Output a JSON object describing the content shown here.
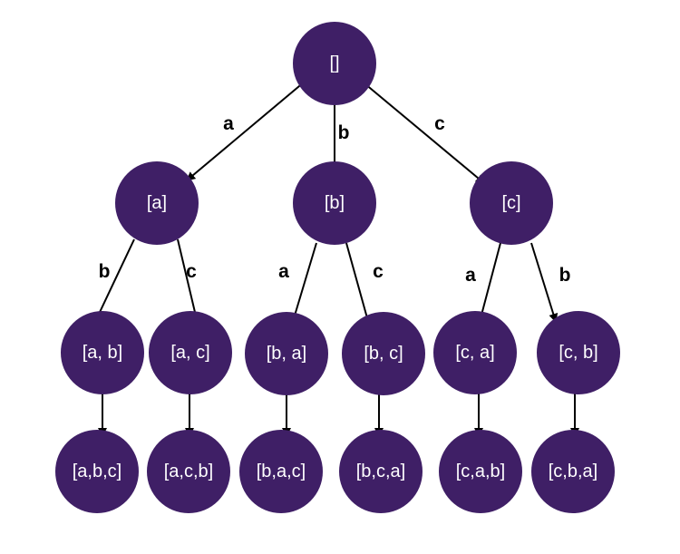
{
  "colors": {
    "node_fill": "#3f1f66",
    "node_text": "#ffffff",
    "edge": "#000000",
    "edge_label": "#000000",
    "background": "#ffffff"
  },
  "tree": {
    "nodes": [
      {
        "id": "root",
        "label": "[]"
      },
      {
        "id": "a",
        "label": "[a]"
      },
      {
        "id": "b",
        "label": "[b]"
      },
      {
        "id": "c",
        "label": "[c]"
      },
      {
        "id": "ab",
        "label": "[a, b]"
      },
      {
        "id": "ac",
        "label": "[a, c]"
      },
      {
        "id": "ba",
        "label": "[b, a]"
      },
      {
        "id": "bc",
        "label": "[b, c]"
      },
      {
        "id": "ca",
        "label": "[c, a]"
      },
      {
        "id": "cb",
        "label": "[c, b]"
      },
      {
        "id": "abc",
        "label": "[a,b,c]"
      },
      {
        "id": "acb",
        "label": "[a,c,b]"
      },
      {
        "id": "bac",
        "label": "[b,a,c]"
      },
      {
        "id": "bca",
        "label": "[b,c,a]"
      },
      {
        "id": "cab",
        "label": "[c,a,b]"
      },
      {
        "id": "cba",
        "label": "[c,b,a]"
      }
    ],
    "edges": [
      {
        "from": "root",
        "to": "a",
        "label": "a"
      },
      {
        "from": "root",
        "to": "b",
        "label": "b"
      },
      {
        "from": "root",
        "to": "c",
        "label": "c"
      },
      {
        "from": "a",
        "to": "ab",
        "label": "b"
      },
      {
        "from": "a",
        "to": "ac",
        "label": "c"
      },
      {
        "from": "b",
        "to": "ba",
        "label": "a"
      },
      {
        "from": "b",
        "to": "bc",
        "label": "c"
      },
      {
        "from": "c",
        "to": "ca",
        "label": "a"
      },
      {
        "from": "c",
        "to": "cb",
        "label": "b"
      },
      {
        "from": "ab",
        "to": "abc",
        "label": ""
      },
      {
        "from": "ac",
        "to": "acb",
        "label": ""
      },
      {
        "from": "ba",
        "to": "bac",
        "label": ""
      },
      {
        "from": "bc",
        "to": "bca",
        "label": ""
      },
      {
        "from": "ca",
        "to": "cab",
        "label": ""
      },
      {
        "from": "cb",
        "to": "cba",
        "label": ""
      }
    ]
  }
}
